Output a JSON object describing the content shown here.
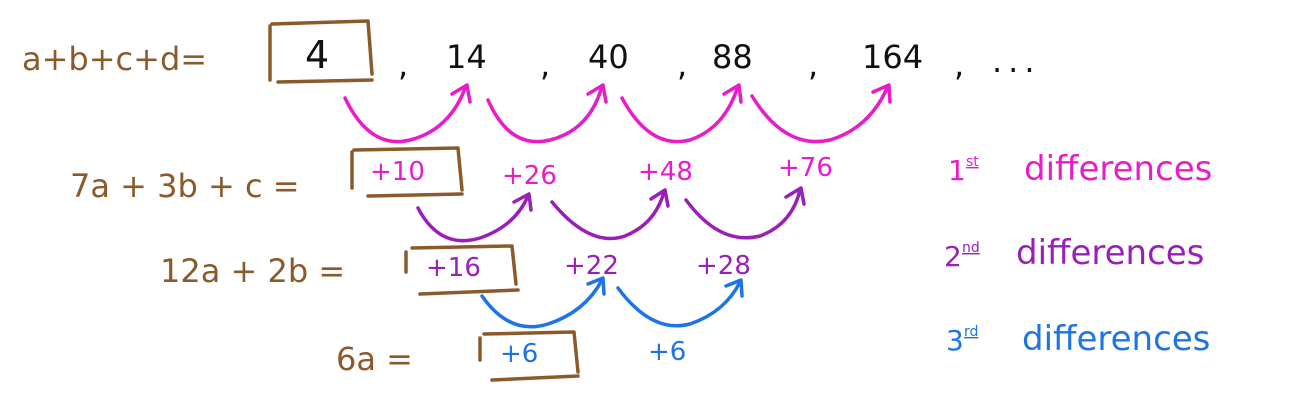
{
  "colors": {
    "brown": "#8B5A2B",
    "black": "#111111",
    "magenta": "#E81CC8",
    "purple": "#9A1FB8",
    "blue": "#1E73E6"
  },
  "row0": {
    "label": "a+b+c+d=",
    "boxed": "4",
    "terms": [
      "14",
      "40",
      "88",
      "164"
    ],
    "comma": ",",
    "ellipsis": "..."
  },
  "row1": {
    "label": "7a + 3b + c =",
    "boxed": "+10",
    "terms": [
      "+26",
      "+48",
      "+76"
    ],
    "caption_main": "1",
    "caption_sup": "st",
    "caption_word": "differences"
  },
  "row2": {
    "label": "12a + 2b =",
    "boxed": "+16",
    "terms": [
      "+22",
      "+28"
    ],
    "caption_main": "2",
    "caption_sup": "nd",
    "caption_word": "differences"
  },
  "row3": {
    "label": "6a =",
    "boxed": "+6",
    "terms": [
      "+6"
    ],
    "caption_main": "3",
    "caption_sup": "rd",
    "caption_word": "differences"
  }
}
